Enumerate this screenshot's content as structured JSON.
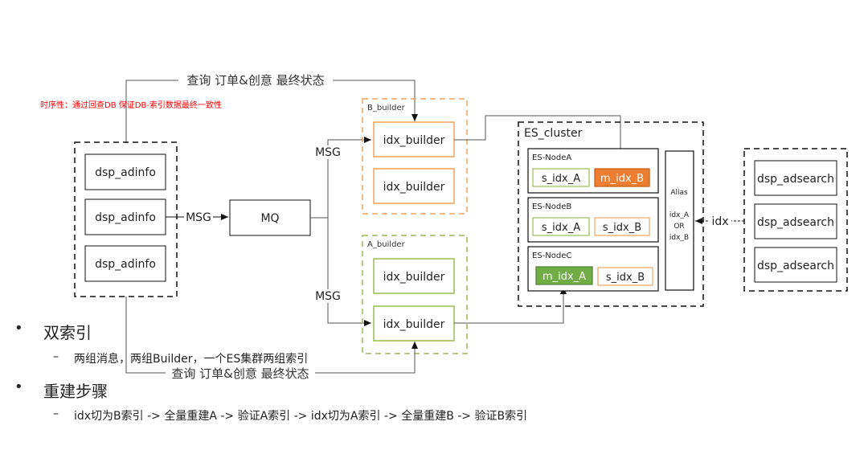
{
  "diagram": {
    "query_top": "查询 订单&创意 最终状态",
    "query_bottom": "查询 订单&创意 最终状态",
    "timing_note": "时序性：通过回查DB 保证DB-索引数据最终一致性",
    "dsp_adinfo": [
      "dsp_adinfo",
      "dsp_adinfo",
      "dsp_adinfo"
    ],
    "msg_to_mq": "MSG",
    "mq": "MQ",
    "msg_b": "MSG",
    "msg_a": "MSG",
    "b_builder": {
      "title": "B_builder",
      "boxes": [
        "idx_builder",
        "idx_builder"
      ]
    },
    "a_builder": {
      "title": "A_builder",
      "boxes": [
        "idx_builder",
        "idx_builder"
      ]
    },
    "es_cluster": {
      "title": "ES_cluster",
      "nodes": [
        {
          "name": "ES-NodeA",
          "left": "s_idx_A",
          "right": "m_idx_B"
        },
        {
          "name": "ES-NodeB",
          "left": "s_idx_A",
          "right": "s_idx_B"
        },
        {
          "name": "ES-NodeC",
          "left": "m_idx_A",
          "right": "s_idx_B"
        }
      ],
      "alias": [
        "Alias",
        "idx_A",
        "OR",
        "idx_B"
      ]
    },
    "idx_label": "idx",
    "dsp_adsearch": [
      "dsp_adsearch",
      "dsp_adsearch",
      "dsp_adsearch"
    ],
    "colors": {
      "orange": "#f4a25c",
      "orange_fill": "#ed7d31",
      "green": "#9bbb59",
      "green_fill": "#70ad47",
      "red": "#ff0000",
      "line": "#555555"
    }
  },
  "bullets": {
    "item1": "双索引",
    "item1_sub": "两组消息，两组Builder，一个ES集群两组索引",
    "item2": "重建步骤",
    "item2_sub": "idx切为B索引 -> 全量重建A -> 验证A索引 -> idx切为A索引 -> 全量重建B -> 验证B索引",
    "bullet_char": "•",
    "dash_char": "–"
  }
}
